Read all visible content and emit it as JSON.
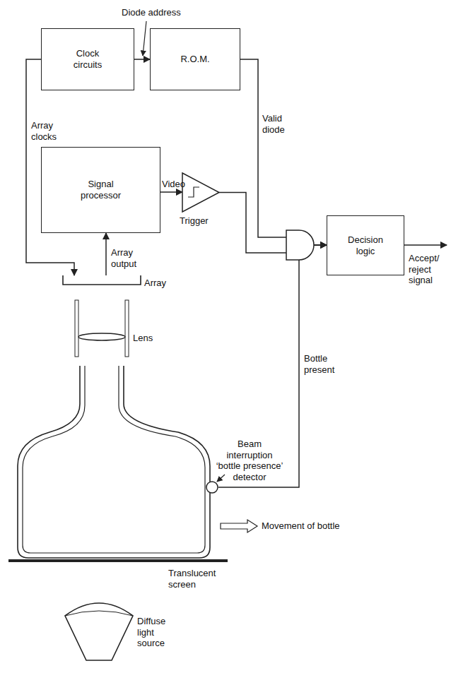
{
  "diagram": {
    "nodes": [
      {
        "text": [
          "Clock circuits"
        ]
      },
      {
        "text": [
          "R.O.M."
        ]
      },
      {
        "text": [
          "Signal processor"
        ]
      },
      {
        "text": [
          "Trigger"
        ]
      },
      {
        "text": [
          "Decision logic"
        ]
      },
      {
        "text": [
          "Array"
        ]
      },
      {
        "text": [
          "Lens"
        ]
      },
      {
        "text": [
          "Beam interruption ‘bottle presence’ detector"
        ]
      }
    ],
    "edges": [
      {
        "from": 0,
        "to": 1,
        "label": "Diode address",
        "arrow": "to"
      },
      {
        "from": 0,
        "to": 5,
        "label": "Array clocks",
        "arrow": "to"
      },
      {
        "from": 5,
        "to": 2,
        "label": "Array output",
        "arrow": "to"
      },
      {
        "from": 2,
        "to": 3,
        "label": "Video",
        "arrow": "to"
      },
      {
        "from": 3,
        "to": 4,
        "arrow": "to"
      },
      {
        "from": 1,
        "to": 4,
        "label": "Valid diode",
        "arrow": "to"
      },
      {
        "from": 7,
        "to": 4,
        "label": "Bottle present",
        "arrow": "to"
      }
    ],
    "labels": [
      "Accept/ reject signal",
      "Movement of bottle",
      "Translucent screen",
      "Diffuse light source"
    ]
  }
}
